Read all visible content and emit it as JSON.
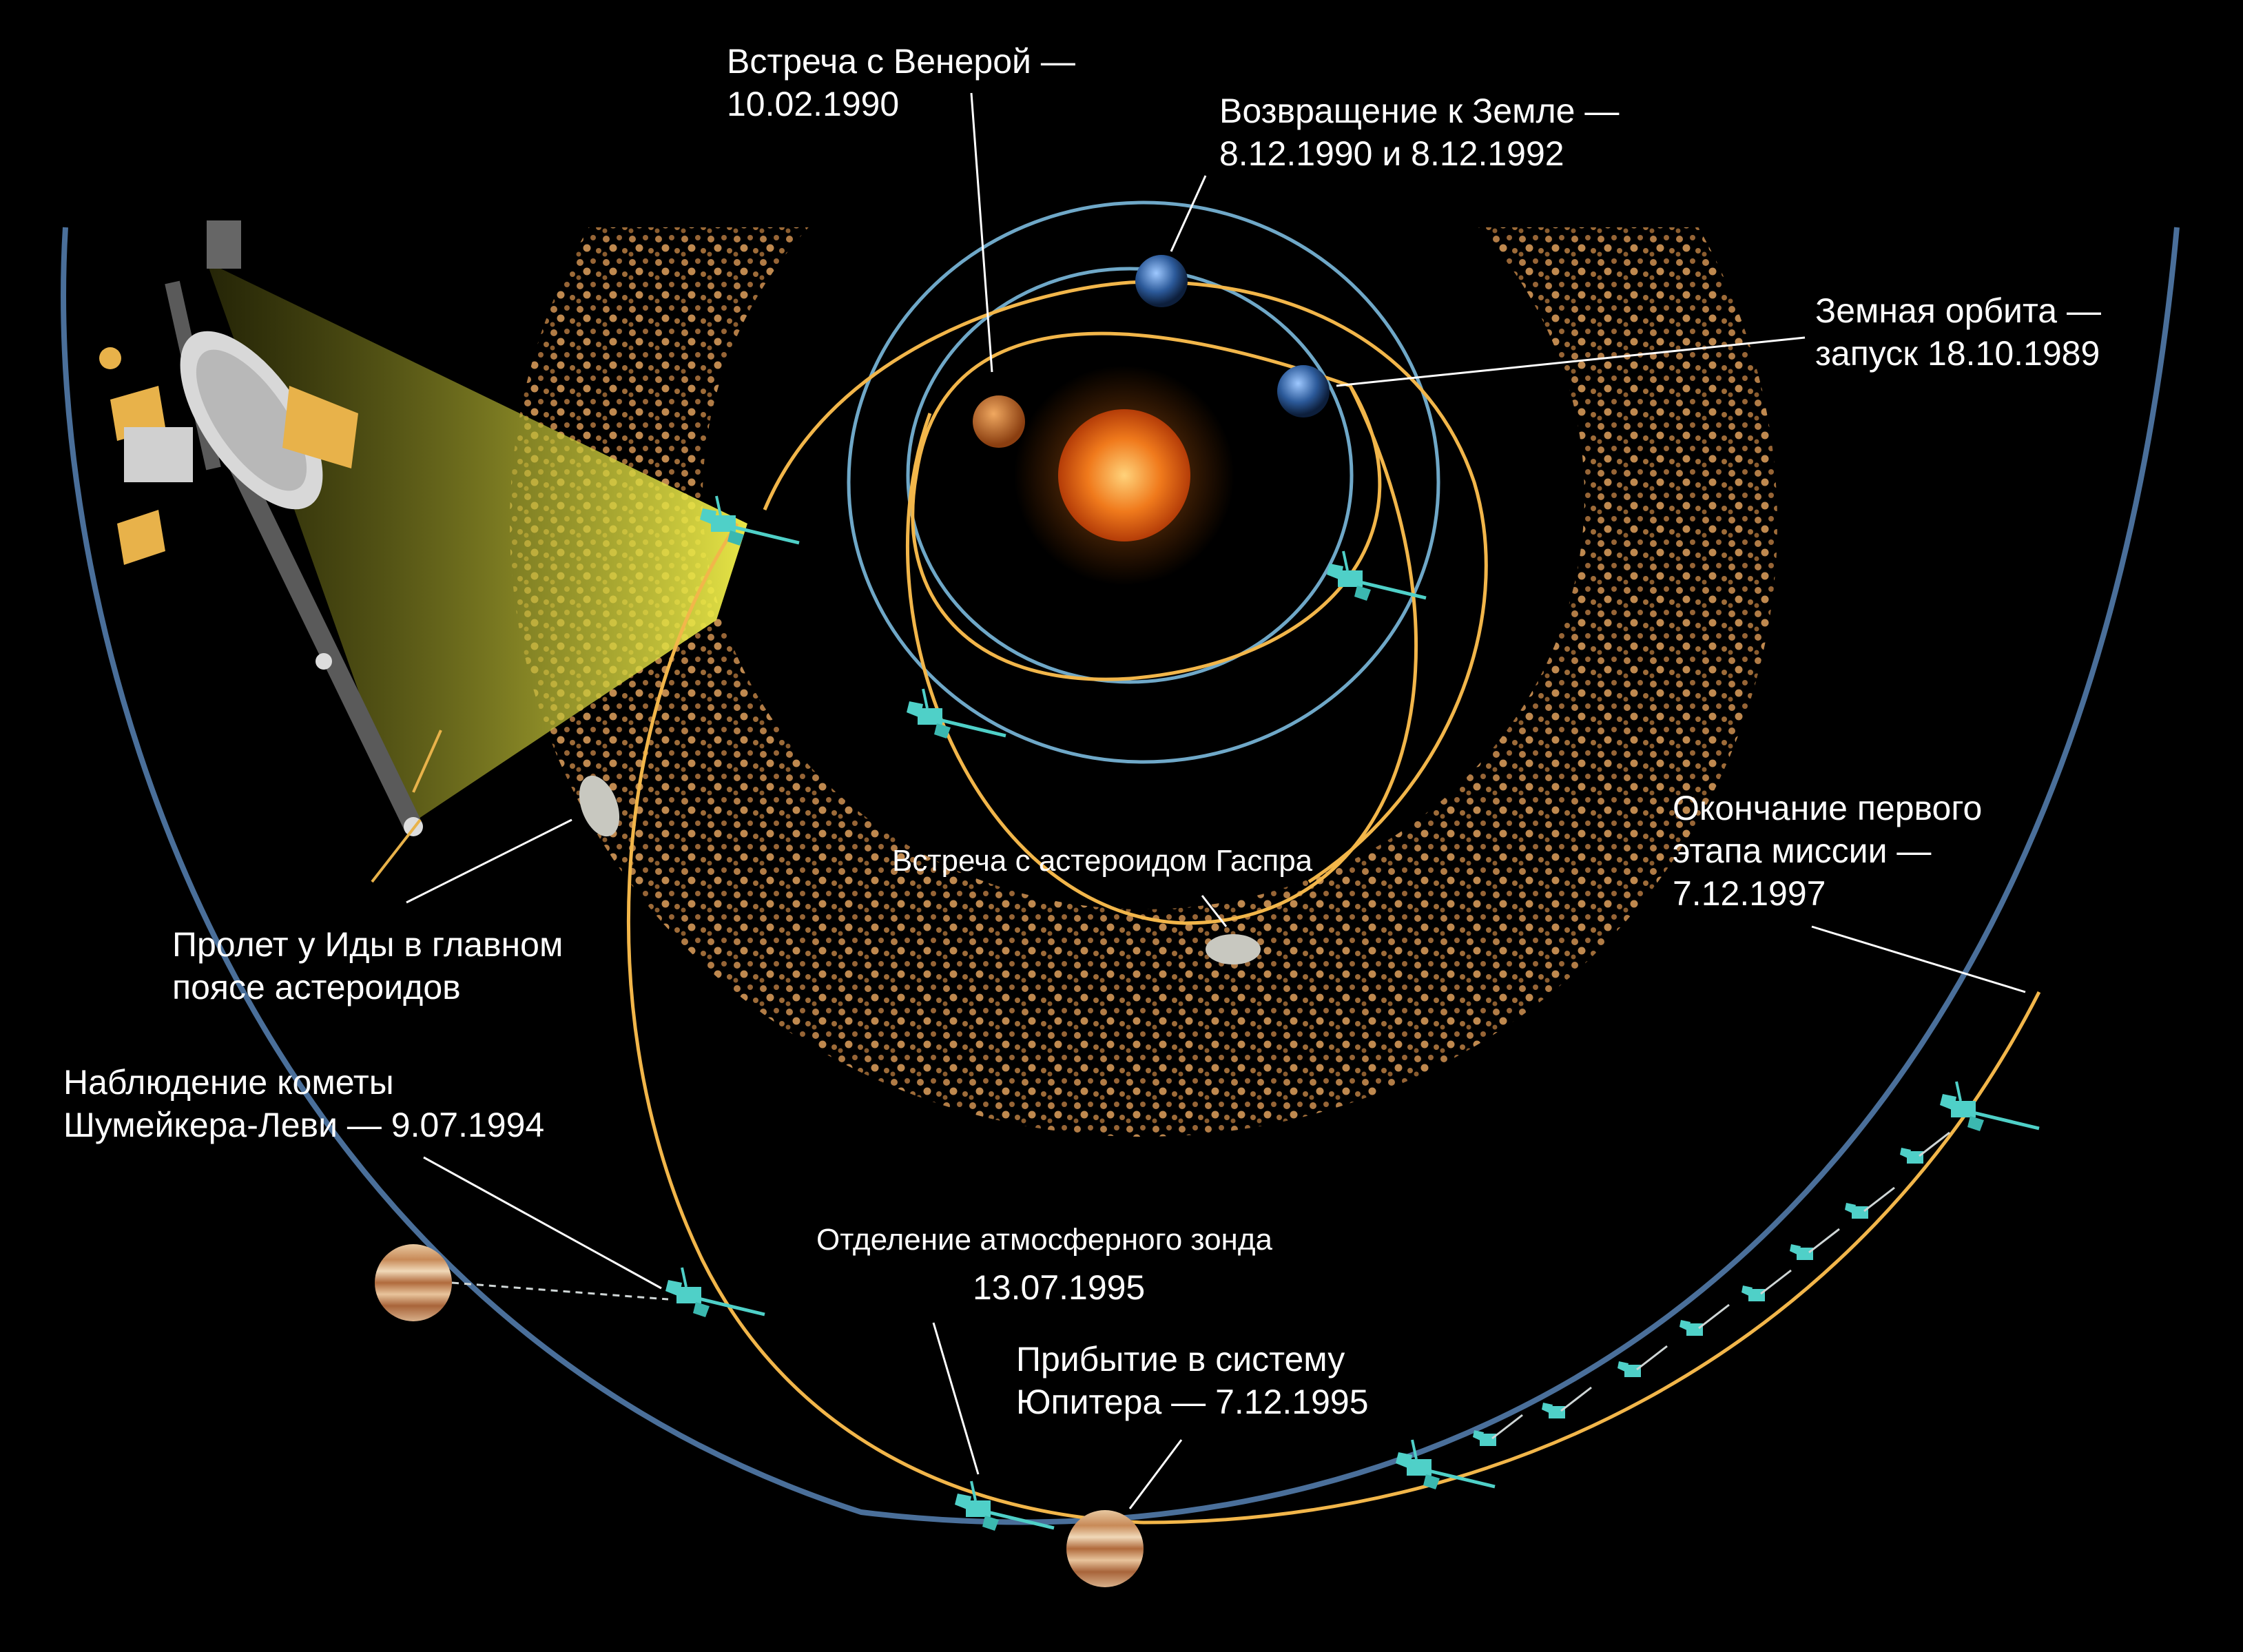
{
  "labels": {
    "venus": {
      "line1": "Встреча с Венерой —",
      "line2": "10.02.1990"
    },
    "earth_return": {
      "line1": "Возвращение к Земле —",
      "line2": "8.12.1990 и 8.12.1992"
    },
    "earth_orbit": {
      "line1": "Земная орбита —",
      "line2": "запуск 18.10.1989"
    },
    "gaspra": {
      "line1": "Встреча с астероидом Гаспра"
    },
    "ida": {
      "line1": "Пролет у Иды в главном",
      "line2": "поясе астероидов"
    },
    "first_stage": {
      "line1": "Окончание первого",
      "line2": "этапа миссии —",
      "line3": "7.12.1997"
    },
    "comet": {
      "line1": "Наблюдение кометы",
      "line2": "Шумейкера-Леви — 9.07.1994"
    },
    "probe": {
      "line1": "Отделение атмосферного зонда",
      "line2": "13.07.1995"
    },
    "jupiter_arrival": {
      "line1": "Прибытие в систему",
      "line2": "Юпитера — 7.12.1995"
    }
  },
  "colors": {
    "background": "#000000",
    "trajectory": "#f2b64a",
    "planet_orbit": "#6fa8c8",
    "jupiter_orbit": "#4a6f9a",
    "sun": "#f07a1c",
    "spacecraft": "#4fd0c8",
    "asteroid_belt": "#c08a4e",
    "scan_cone": "#f2f04a"
  },
  "icons": [
    "sun",
    "venus",
    "earth",
    "jupiter",
    "galileo-spacecraft",
    "asteroid-ida",
    "asteroid-gaspra",
    "asteroid-belt"
  ]
}
